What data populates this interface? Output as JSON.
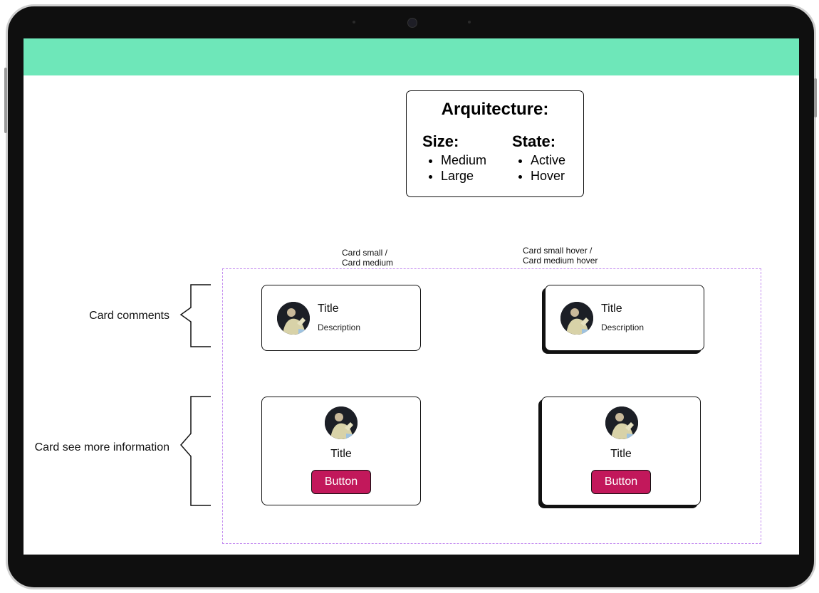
{
  "colors": {
    "topbar": "#6ee7b9",
    "button": "#c2185b",
    "dashed_border": "#c58ef0"
  },
  "architecture": {
    "title": "Arquitecture:",
    "size_heading": "Size:",
    "size_items": [
      "Medium",
      "Large"
    ],
    "state_heading": "State:",
    "state_items": [
      "Active",
      "Hover"
    ]
  },
  "column_labels": {
    "left": [
      "Card small /",
      "Card medium"
    ],
    "right": [
      "Card small hover /",
      "Card medium hover"
    ]
  },
  "row_labels": {
    "comments": "Card comments",
    "more_info": "Card see more information"
  },
  "comment_cards": [
    {
      "title": "Title",
      "description": "Description",
      "avatar_icon": "user-avatar-photo"
    },
    {
      "title": "Title",
      "description": "Description",
      "avatar_icon": "user-avatar-photo"
    }
  ],
  "info_cards": [
    {
      "title": "Title",
      "button_label": "Button",
      "avatar_icon": "user-avatar-photo"
    },
    {
      "title": "Title",
      "button_label": "Button",
      "avatar_icon": "user-avatar-photo"
    }
  ]
}
